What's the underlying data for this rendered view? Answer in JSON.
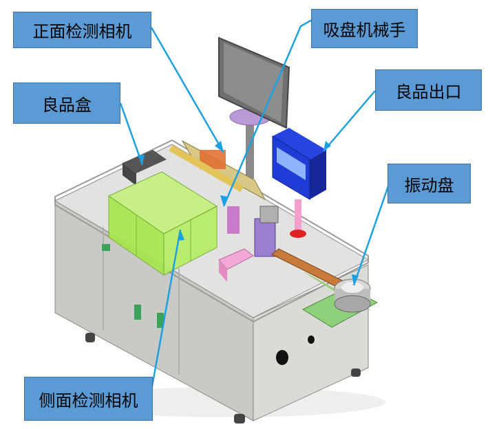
{
  "labels": {
    "front_camera": "正面检测相机",
    "suction_manipulator": "吸盘机械手",
    "good_product_box": "良品盒",
    "good_product_outlet": "良品出口",
    "vibration_plate": "振动盘",
    "side_camera": "侧面检测相机"
  },
  "colors": {
    "callout_fill": "#5b9bd5",
    "leader_line": "#1ba1e2",
    "machine_body": "#d3d3d0",
    "top_plate": "#dcdcdc",
    "green_cover": "#a6e84a",
    "control_panel": "#1f3dd6"
  }
}
